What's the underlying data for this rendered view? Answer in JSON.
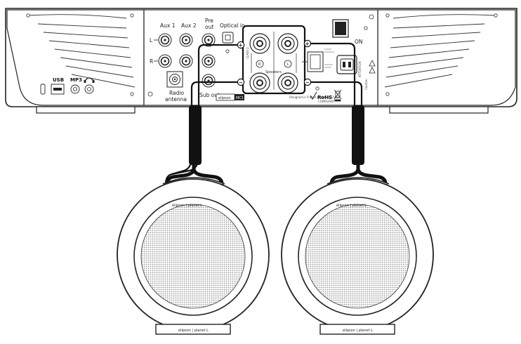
{
  "amplifier": {
    "front": {
      "usb": "USB",
      "mp3": "MP3"
    },
    "inputs": {
      "aux1": "Aux 1",
      "aux2": "Aux 2",
      "pre_out": "Pre out",
      "optical_in": "Optical in",
      "left": "L",
      "right": "R",
      "radio_antenna": "Radio antenna",
      "sub_out": "Sub out"
    },
    "brand": "elipson",
    "model": "MC1",
    "speakers": {
      "label": "Speakers",
      "right": "R",
      "left": "L",
      "plus": "+",
      "minus": "−",
      "class": "CLASS 2"
    },
    "compliance": {
      "rohs": "RoHS",
      "rohs_sub": "COMPLIANT",
      "attention": "ATTENTION",
      "caution": "Caution",
      "designed": "Designed in France / Made in China"
    },
    "power": {
      "on": "ON"
    }
  },
  "speakers": {
    "left_badge": "elipson | planet L",
    "left_base": "elipson | planet L",
    "right_badge": "elipson | planet L",
    "right_base": "elipson | planet L"
  },
  "colors": {
    "line": "#222222",
    "grille": "#cfcfcf",
    "body": "#ffffff",
    "panel": "#f7f7f7"
  }
}
